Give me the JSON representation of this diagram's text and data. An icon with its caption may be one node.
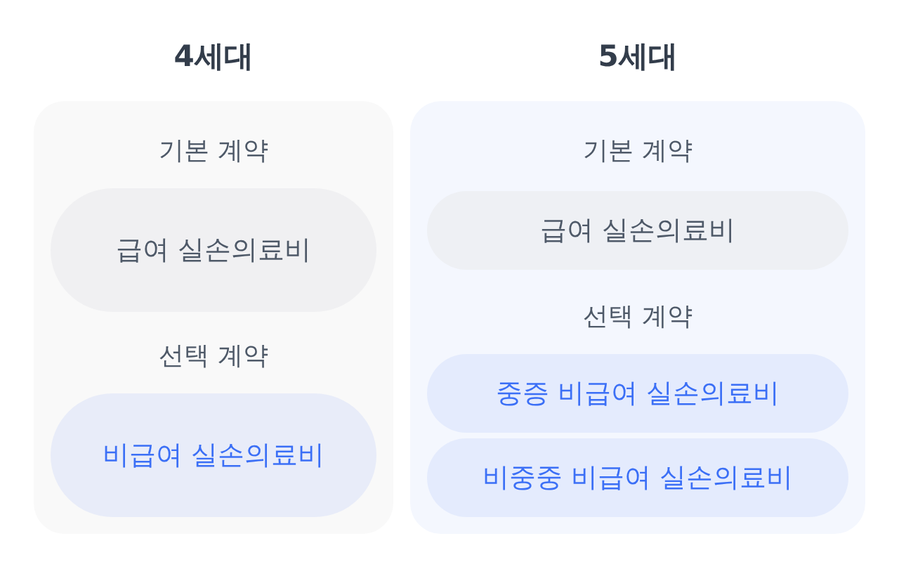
{
  "diagram": {
    "nodes": [
      {
        "text": [
          "4세대",
          "기본 계약",
          "선택 계약"
        ]
      },
      {
        "text": [
          "급여 실손의료비"
        ],
        "in": 0
      },
      {
        "text": [
          "비급여 실손의료비"
        ],
        "in": 0
      },
      {
        "text": [
          "5세대",
          "기본 계약",
          "선택 계약"
        ]
      },
      {
        "text": [
          "급여 실손의료비"
        ],
        "in": 3
      },
      {
        "text": [
          "중증 비급여 실손의료비"
        ],
        "in": 3
      },
      {
        "text": [
          "비중중 비급여 실손의료비"
        ],
        "in": 3
      }
    ]
  }
}
